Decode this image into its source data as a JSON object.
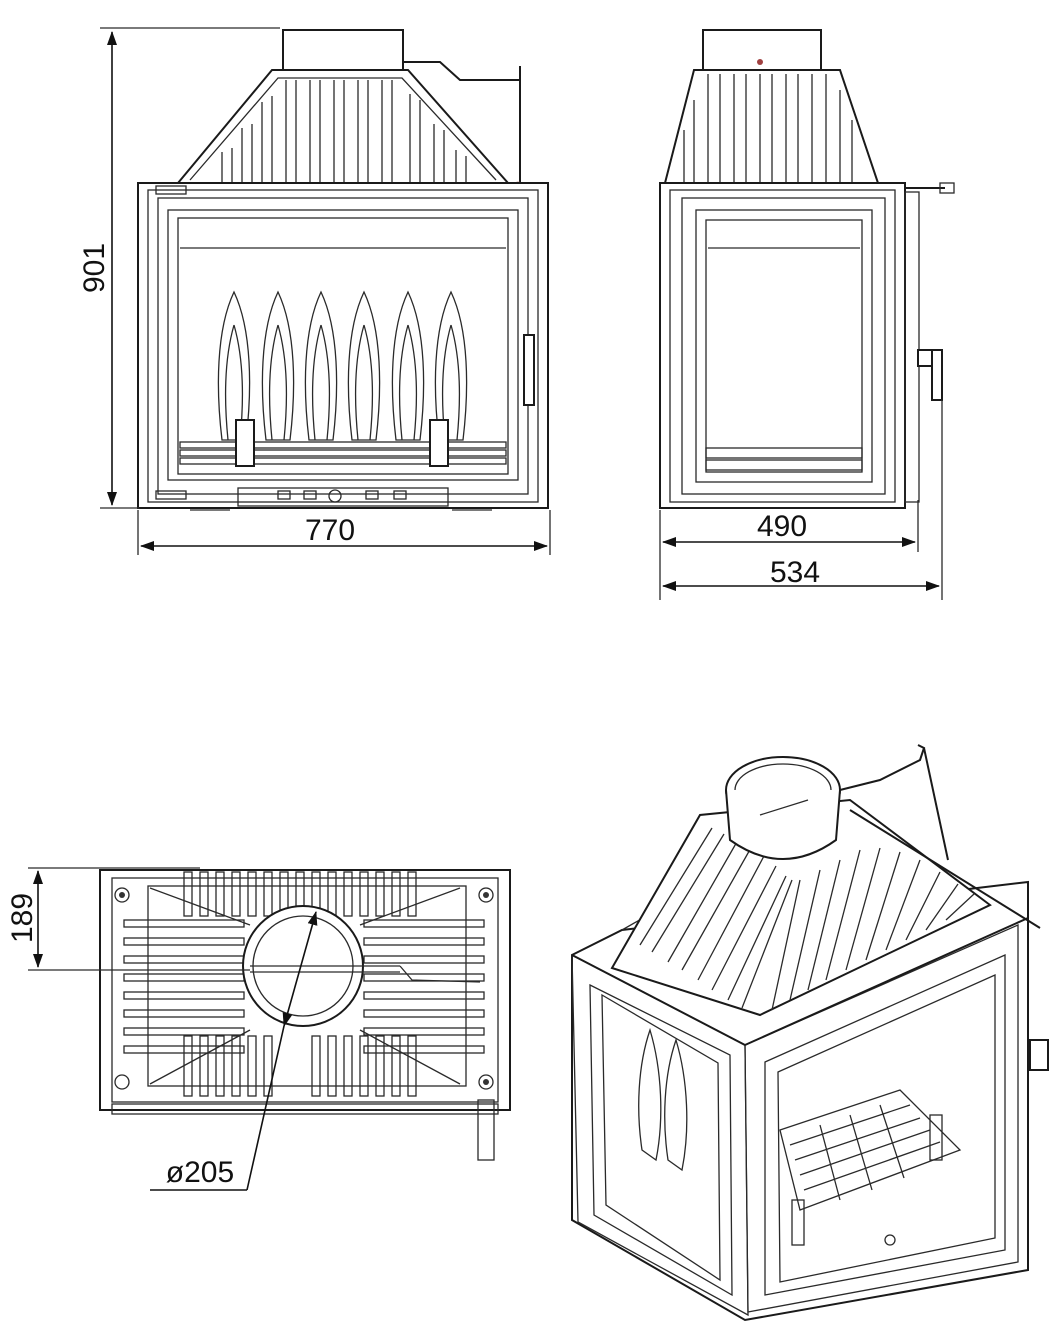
{
  "dimensions": {
    "height": "901",
    "front_width": "770",
    "side_inner_width": "490",
    "side_outer_width": "534",
    "flue_offset": "189",
    "flue_diameter": "ø205"
  }
}
